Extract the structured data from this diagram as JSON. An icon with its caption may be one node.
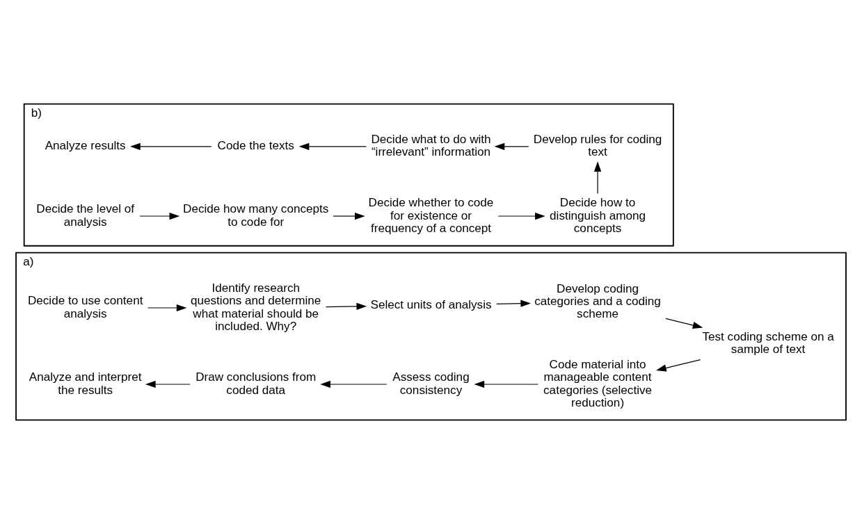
{
  "diagram": {
    "nodes": [
      {
        "text": [
          "a)"
        ]
      },
      {
        "text": [
          "Decide to use content analysis"
        ],
        "in": 0
      },
      {
        "text": [
          "Identify research questions and determine what material should be included. Why?"
        ],
        "in": 0
      },
      {
        "text": [
          "Select units of analysis"
        ],
        "in": 0
      },
      {
        "text": [
          "Develop coding categories and a coding scheme"
        ],
        "in": 0
      },
      {
        "text": [
          "Analyze and interpret the results"
        ],
        "in": 0
      },
      {
        "text": [
          "Draw conclusions from coded data"
        ],
        "in": 0
      },
      {
        "text": [
          "Assess coding consistency"
        ],
        "in": 0
      },
      {
        "text": [
          "Code material into manageable content categories (selective reduction)"
        ],
        "in": 0
      },
      {
        "text": [
          "Test coding scheme on a sample of text"
        ],
        "in": 0
      },
      {
        "text": [
          "b)"
        ]
      },
      {
        "text": [
          "Decide the level of analysis"
        ],
        "in": 10
      },
      {
        "text": [
          "Decide how many concepts to code for"
        ],
        "in": 10
      },
      {
        "text": [
          "Decide whether to code for existence or frequency of a concept"
        ],
        "in": 10
      },
      {
        "text": [
          "Decide how to distinguish among concepts"
        ],
        "in": 10
      },
      {
        "text": [
          "Analyze results"
        ],
        "in": 10
      },
      {
        "text": [
          "Code the texts"
        ],
        "in": 10
      },
      {
        "text": [
          "Decide what to do with “irrelevant” information"
        ],
        "in": 10
      },
      {
        "text": [
          "Develop rules for coding text"
        ],
        "in": 10
      }
    ],
    "edges": [
      {
        "from": 1,
        "to": 2,
        "arrow": "to"
      },
      {
        "from": 2,
        "to": 3,
        "arrow": "to"
      },
      {
        "from": 3,
        "to": 4,
        "arrow": "to"
      },
      {
        "from": 4,
        "to": 9,
        "arrow": "to"
      },
      {
        "from": 9,
        "to": 8,
        "arrow": "to"
      },
      {
        "from": 8,
        "to": 7,
        "arrow": "to"
      },
      {
        "from": 7,
        "to": 6,
        "arrow": "to"
      },
      {
        "from": 6,
        "to": 5,
        "arrow": "to"
      },
      {
        "from": 11,
        "to": 12,
        "arrow": "to"
      },
      {
        "from": 12,
        "to": 13,
        "arrow": "to"
      },
      {
        "from": 13,
        "to": 14,
        "arrow": "to"
      },
      {
        "from": 14,
        "to": 18,
        "arrow": "to"
      },
      {
        "from": 18,
        "to": 17,
        "arrow": "to"
      },
      {
        "from": 17,
        "to": 16,
        "arrow": "to"
      },
      {
        "from": 16,
        "to": 15,
        "arrow": "to"
      }
    ]
  }
}
